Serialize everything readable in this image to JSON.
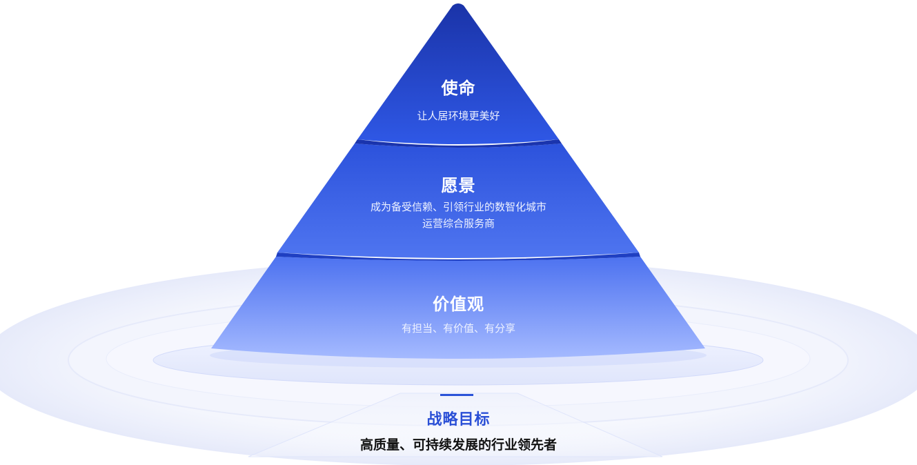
{
  "colors": {
    "tier_top": "#1c3fc9",
    "tier_mid": "#3b62e6",
    "tier_bottom": "#7f9ff8",
    "ring": "#e9edfb",
    "goal_accent": "#2a4fd6"
  },
  "tiers": [
    {
      "title": "使命",
      "desc": [
        "让人居环境更美好"
      ]
    },
    {
      "title": "愿景",
      "desc": [
        "成为备受信赖、引领行业的数智化城市",
        "运营综合服务商"
      ]
    },
    {
      "title": "价值观",
      "desc": [
        "有担当、有价值、有分享"
      ]
    }
  ],
  "goal": {
    "title": "战略目标",
    "desc": "高质量、可持续发展的行业领先者"
  }
}
